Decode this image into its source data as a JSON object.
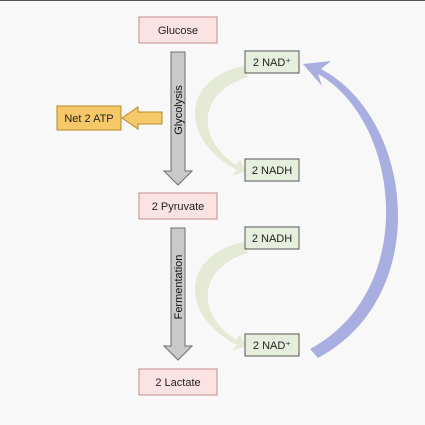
{
  "molecules": {
    "glucose": "Glucose",
    "pyruvate": "2 Pyruvate",
    "lactate": "2 Lactate",
    "atp": "Net 2 ATP",
    "nad_top": "2 NAD⁺",
    "nadh_top": "2 NADH",
    "nadh_bottom": "2 NADH",
    "nad_bottom": "2 NAD⁺"
  },
  "processes": {
    "glycolysis": "Glycolysis",
    "fermentation": "Fermentation"
  },
  "colors": {
    "molecule_fill": "#fbe3e3",
    "molecule_stroke": "#c98a8a",
    "cofactor_fill": "#e6eedd",
    "cofactor_stroke": "#555555",
    "atp_fill": "#f7c867",
    "atp_stroke": "#b58a2a",
    "process_arrow_fill": "#c9c9c9",
    "process_arrow_stroke": "#6e6e6e",
    "recycle_arrow": "#a9aee0",
    "cofactor_arrow": "#e4ead6"
  }
}
